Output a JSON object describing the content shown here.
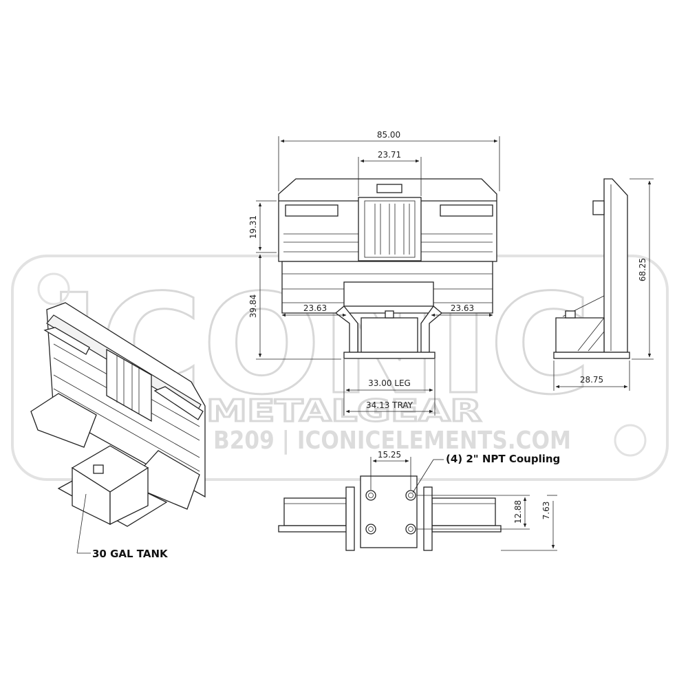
{
  "watermark": {
    "brand": "ICONIC",
    "subbrand": "METALGEAR",
    "contact": "B209 | ICONICELEMENTS.COM"
  },
  "front_view": {
    "overall_width": "85.00",
    "center_width": "23.71",
    "upper_height": "19.31",
    "lower_height": "39.84",
    "left_span": "23.63",
    "right_span": "23.63",
    "leg_width": "33.00 LEG",
    "tray_width": "34.13 TRAY"
  },
  "side_view": {
    "height": "68.25",
    "depth": "28.75"
  },
  "top_view": {
    "coupling_spacing": "15.25",
    "coupling_label": "(4) 2\" NPT Coupling",
    "height_upper": "12.88",
    "height_lower": "7.63"
  },
  "iso_view": {
    "tank_label": "30 GAL TANK"
  }
}
